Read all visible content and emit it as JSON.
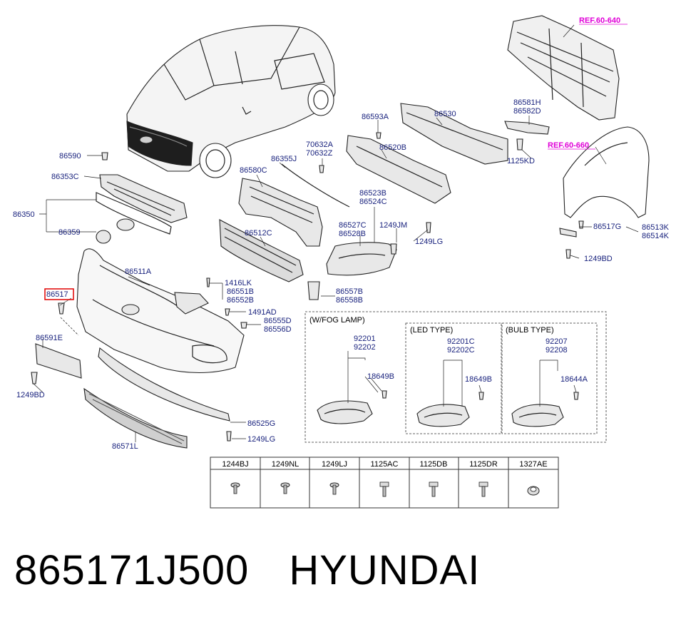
{
  "labels": {
    "l86590": "86590",
    "l86353C": "86353C",
    "l86350": "86350",
    "l86359": "86359",
    "l86517_hl": "86517",
    "l86591E": "86591E",
    "l1249BD_a": "1249BD",
    "l86511A": "86511A",
    "l1416LK": "1416LK",
    "l86551B": "86551B",
    "l86552B": "86552B",
    "l1491AD": "1491AD",
    "l86555D": "86555D",
    "l86556D": "86556D",
    "l86525G": "86525G",
    "l1249LG_a": "1249LG",
    "l86571L": "86571L",
    "l86580C": "86580C",
    "l86355J": "86355J",
    "l70632A": "70632A",
    "l70632Z": "70632Z",
    "l86512C": "86512C",
    "l86593A": "86593A",
    "l86530": "86530",
    "l86520B": "86520B",
    "l86523B": "86523B",
    "l86524C": "86524C",
    "l86527C": "86527C",
    "l86528B": "86528B",
    "l1249JM": "1249JM",
    "l1249LG_b": "1249LG",
    "l86557B": "86557B",
    "l86558B": "86558B",
    "l86581H": "86581H",
    "l86582D": "86582D",
    "l1125KD": "1125KD",
    "ref640": "REF.60-640",
    "ref660": "REF.60-660",
    "l86517G": "86517G",
    "l86513K": "86513K",
    "l86514K": "86514K",
    "l1249BD_b": "1249BD",
    "fog_title": "(W/FOG LAMP)",
    "l92201": "92201",
    "l92202": "92202",
    "l18649B_a": "18649B",
    "led_title": "(LED TYPE)",
    "l92201C": "92201C",
    "l92202C": "92202C",
    "l18649B_b": "18649B",
    "bulb_title": "(BULB TYPE)",
    "l92207": "92207",
    "l92208": "92208",
    "l18644A": "18644A"
  },
  "fastener_table": [
    "1244BJ",
    "1249NL",
    "1249LJ",
    "1125AC",
    "1125DB",
    "1125DR",
    "1327AE"
  ],
  "caption": {
    "part_number": "865171J500",
    "brand": "HYUNDAI"
  },
  "colors": {
    "label": "#1a237e",
    "reference": "#e000d8",
    "highlight": "#e00000"
  }
}
